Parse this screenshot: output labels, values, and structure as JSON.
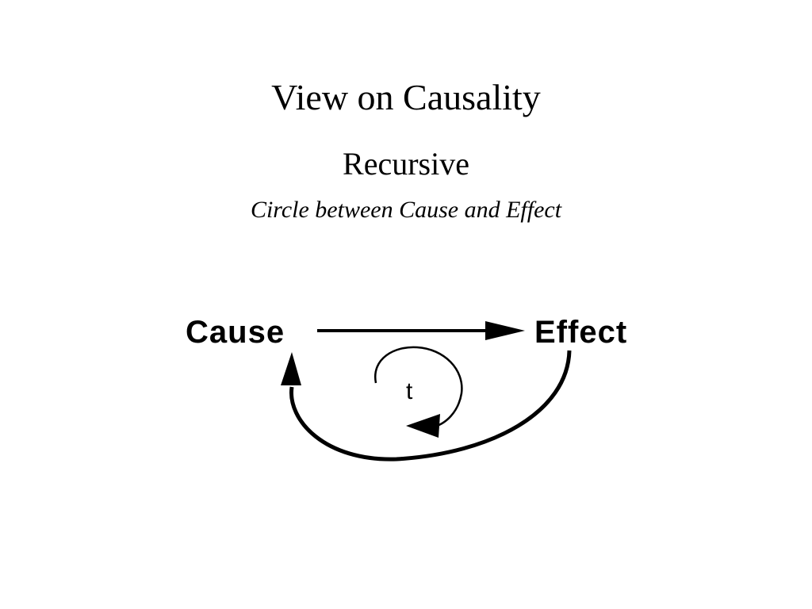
{
  "slide": {
    "title": "View on Causality",
    "subtitle": "Recursive",
    "caption": "Circle between Cause and Effect"
  },
  "diagram": {
    "nodes": [
      {
        "id": "cause",
        "label": "Cause"
      },
      {
        "id": "effect",
        "label": "Effect"
      }
    ],
    "edges": [
      {
        "from": "cause",
        "to": "effect",
        "style": "straight"
      },
      {
        "from": "effect",
        "to": "cause",
        "style": "curved-return"
      }
    ],
    "loop": {
      "label": "t"
    },
    "colors": {
      "stroke": "#000000",
      "background": "#ffffff"
    }
  }
}
